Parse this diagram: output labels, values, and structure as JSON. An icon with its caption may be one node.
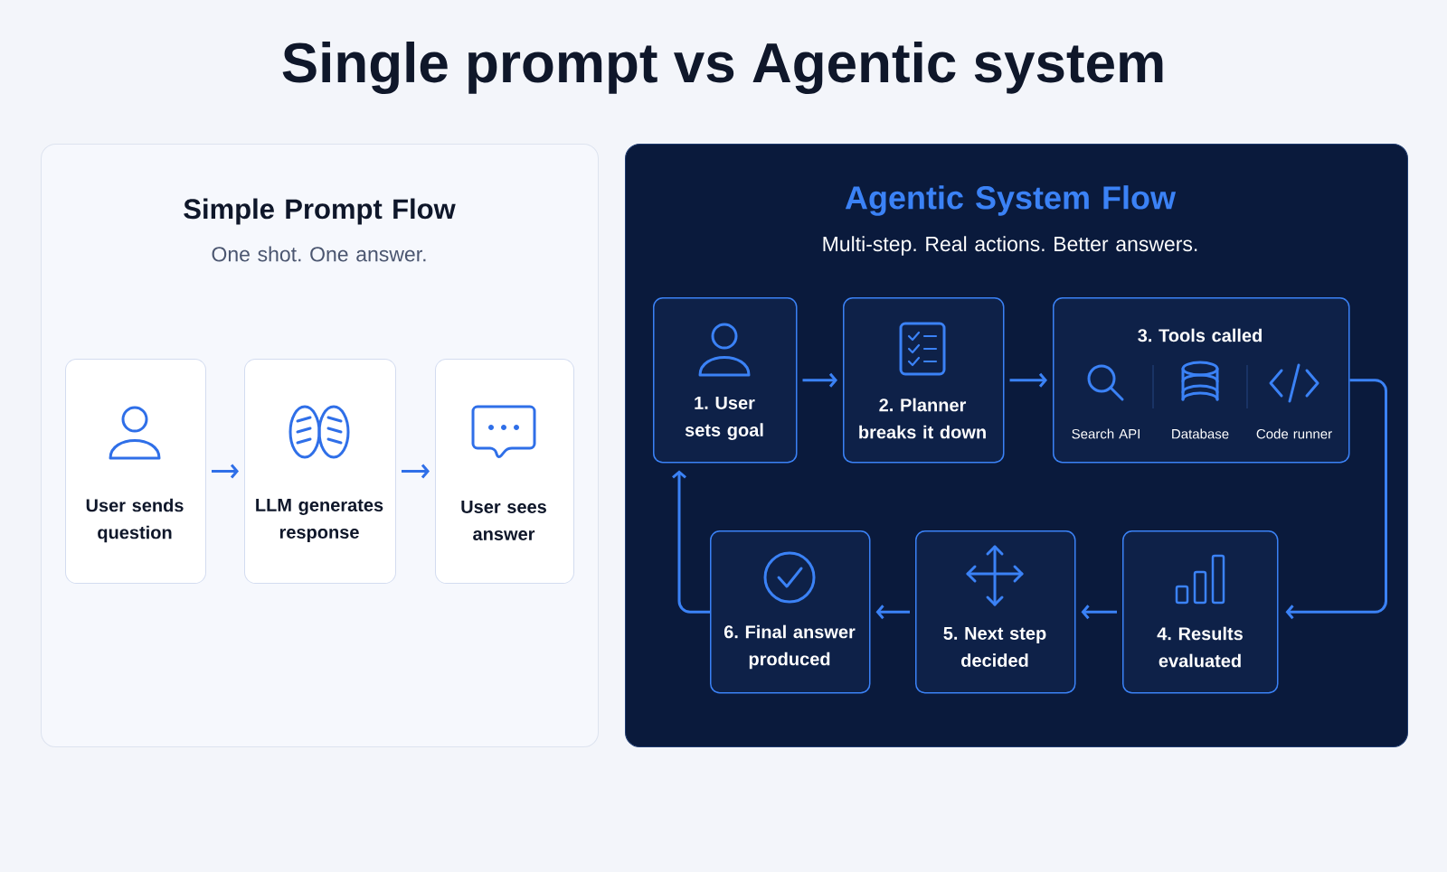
{
  "diagram": {
    "title": "Single prompt vs Agentic system",
    "nodes": [
      {
        "text": [
          "Simple Prompt Flow",
          "One shot. One answer."
        ]
      },
      {
        "text": [
          "User sends question"
        ],
        "in": 0
      },
      {
        "text": [
          "LLM generates response"
        ],
        "in": 0
      },
      {
        "text": [
          "User sees answer"
        ],
        "in": 0
      },
      {
        "text": [
          "Agentic System Flow",
          "Multi-step. Real actions. Better answers."
        ]
      },
      {
        "text": [
          "1. User sets goal"
        ],
        "in": 4
      },
      {
        "text": [
          "2. Planner breaks it down"
        ],
        "in": 4
      },
      {
        "text": [
          "3. Tools called",
          "Search API",
          "Database",
          "Code runner"
        ],
        "in": 4
      },
      {
        "text": [
          "4. Results evaluated"
        ],
        "in": 4
      },
      {
        "text": [
          "5. Next step decided"
        ],
        "in": 4
      },
      {
        "text": [
          "6. Final answer produced"
        ],
        "in": 4
      }
    ],
    "edges": [
      {
        "from": 1,
        "to": 2,
        "arrow": "to"
      },
      {
        "from": 2,
        "to": 3,
        "arrow": "to"
      },
      {
        "from": 5,
        "to": 6,
        "arrow": "to"
      },
      {
        "from": 6,
        "to": 7,
        "arrow": "to"
      },
      {
        "from": 7,
        "to": 8,
        "arrow": "to"
      },
      {
        "from": 8,
        "to": 9,
        "arrow": "to"
      },
      {
        "from": 9,
        "to": 10,
        "arrow": "to"
      },
      {
        "from": 10,
        "to": 5,
        "arrow": "to"
      }
    ]
  }
}
